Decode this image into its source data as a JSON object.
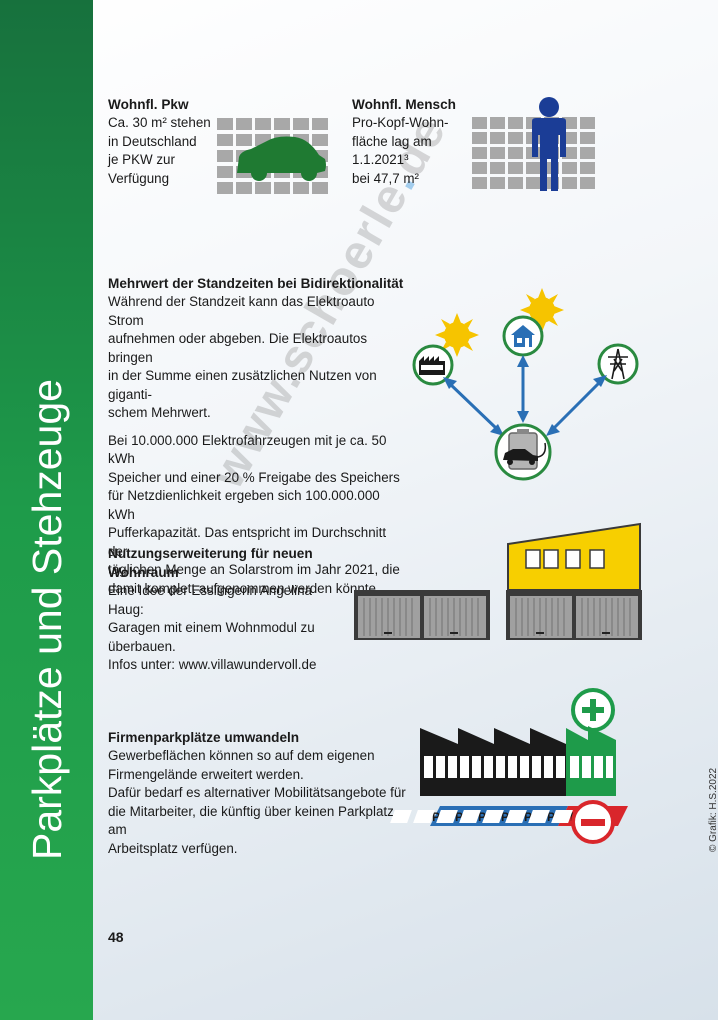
{
  "sidebar": {
    "title": "Parkplätze und Stehzeuge"
  },
  "watermark": {
    "text": "www.schoerle",
    "dot": ".",
    "tld": "de"
  },
  "section_car": {
    "title": "Wohnfl. Pkw",
    "lines": [
      "Ca. 30 m² stehen",
      "in Deutschland",
      "je PKW zur",
      "Verfügung"
    ]
  },
  "section_person": {
    "title": "Wohnfl. Mensch",
    "lines": [
      "Pro-Kopf-Wohn-",
      "fläche lag am",
      "1.1.2021³",
      "bei 47,7 m²"
    ]
  },
  "section_bidi": {
    "title": "Mehrwert der Standzeiten bei Bidirektionalität",
    "para1": [
      "Während der Standzeit kann das Elektroauto Strom",
      "aufnehmen oder abgeben. Die Elektroautos bringen",
      "in der Summe einen zusätzlichen Nutzen von giganti-",
      "schem Mehrwert."
    ],
    "para2": [
      "Bei 10.000.000 Elektrofahrzeugen mit je ca. 50 kWh",
      "Speicher und einer 20 % Freigabe des Speichers",
      "für Netzdienlichkeit ergeben sich 100.000.000 kWh",
      "Pufferkapazität. Das entspricht im Durchschnitt der",
      "täglichen Menge an Solarstrom im Jahr 2021, die",
      "damit komplett aufgenommen werden könnte."
    ]
  },
  "section_living": {
    "title_lines": [
      "Nutzungserweiterung für neuen",
      "Wohnraum"
    ],
    "lines": [
      "Eine Idee der Esslingerin Angelina Haug:",
      "Garagen mit einem Wohnmodul zu",
      "überbauen.",
      "Infos unter: www.villawundervoll.de"
    ]
  },
  "section_company": {
    "title": "Firmenparkplätze umwandeln",
    "lines": [
      "Gewerbeflächen können so auf dem eigenen",
      "Firmengelände erweitert werden.",
      "Dafür bedarf es alternativer Mobilitätsangebote für",
      "die Mitarbeiter, die künftig über keinen Parkplatz am",
      "Arbeitsplatz verfügen."
    ],
    "parking_letter": "P"
  },
  "footer": {
    "page_number": "48",
    "copyright": "© Grafik: H.S.2022"
  },
  "colors": {
    "green": "#1e9b4a",
    "car_green": "#1f7a32",
    "person_blue": "#1b3d96",
    "arrow_blue": "#2a6fb5",
    "yellow": "#f7cf00",
    "red": "#d9262b",
    "sun": "#f6c400"
  }
}
